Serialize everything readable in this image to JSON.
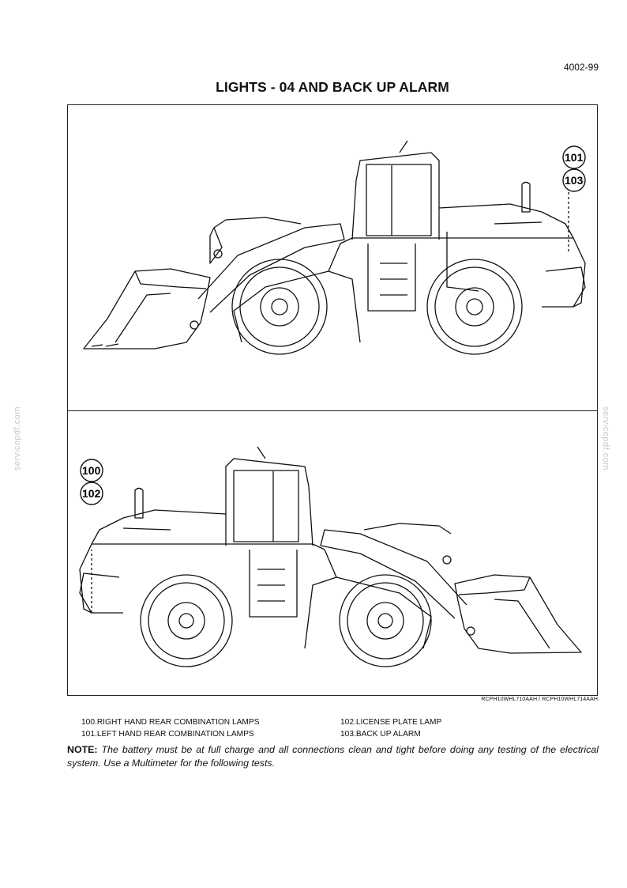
{
  "header": {
    "page_number": "4002-99"
  },
  "title": "LIGHTS - 04 AND BACK UP ALARM",
  "figure": {
    "top_callouts": [
      "101",
      "103"
    ],
    "bottom_callouts": [
      "100",
      "102"
    ],
    "reference": "RCPH10WHL710AAH / RCPH10WHL714AAH"
  },
  "legend": {
    "left": [
      "100.RIGHT HAND REAR COMBINATION LAMPS",
      "101.LEFT HAND REAR COMBINATION LAMPS"
    ],
    "right": [
      "102.LICENSE PLATE LAMP",
      "103.BACK UP ALARM"
    ]
  },
  "note": {
    "label": "NOTE:",
    "text": "The battery must be at full charge and all connections clean and tight before doing any testing of the electrical system. Use a Multimeter for the following tests."
  },
  "watermark": "servicepdf.com"
}
